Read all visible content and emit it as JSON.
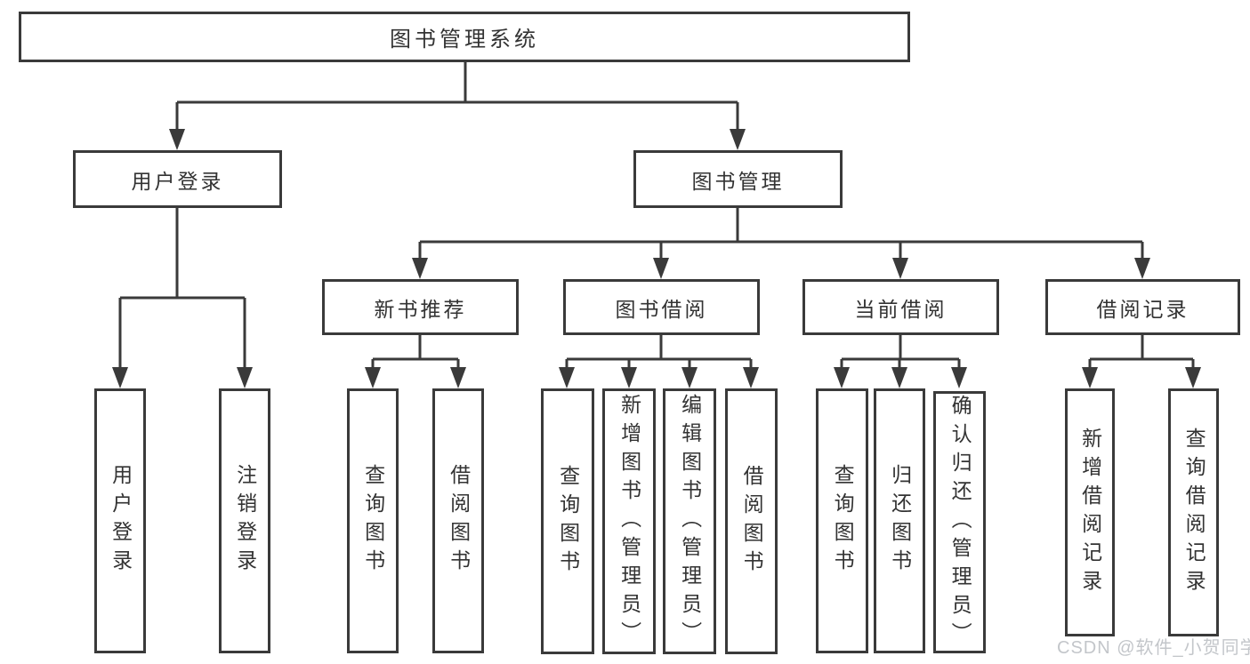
{
  "diagram": {
    "root": {
      "label": "图书管理系统"
    },
    "level2": [
      {
        "label": "用户登录",
        "children": [
          {
            "label": "用户登录"
          },
          {
            "label": "注销登录"
          }
        ]
      },
      {
        "label": "图书管理"
      }
    ],
    "level3": [
      {
        "label": "新书推荐",
        "children": [
          {
            "label": "查询图书"
          },
          {
            "label": "借阅图书"
          }
        ]
      },
      {
        "label": "图书借阅",
        "children": [
          {
            "label": "查询图书"
          },
          {
            "label": "新增图书（管理员）"
          },
          {
            "label": "编辑图书（管理员）"
          },
          {
            "label": "借阅图书"
          }
        ]
      },
      {
        "label": "当前借阅",
        "children": [
          {
            "label": "查询图书"
          },
          {
            "label": "归还图书"
          },
          {
            "label": "确认归还（管理员）"
          }
        ]
      },
      {
        "label": "借阅记录",
        "children": [
          {
            "label": "新增借阅记录"
          },
          {
            "label": "查询借阅记录"
          }
        ]
      }
    ],
    "watermark": "CSDN @软件_小贺同学",
    "colors": {
      "line": "#3a3a3a",
      "text": "#333333",
      "watermark": "#c3c6ca"
    }
  }
}
